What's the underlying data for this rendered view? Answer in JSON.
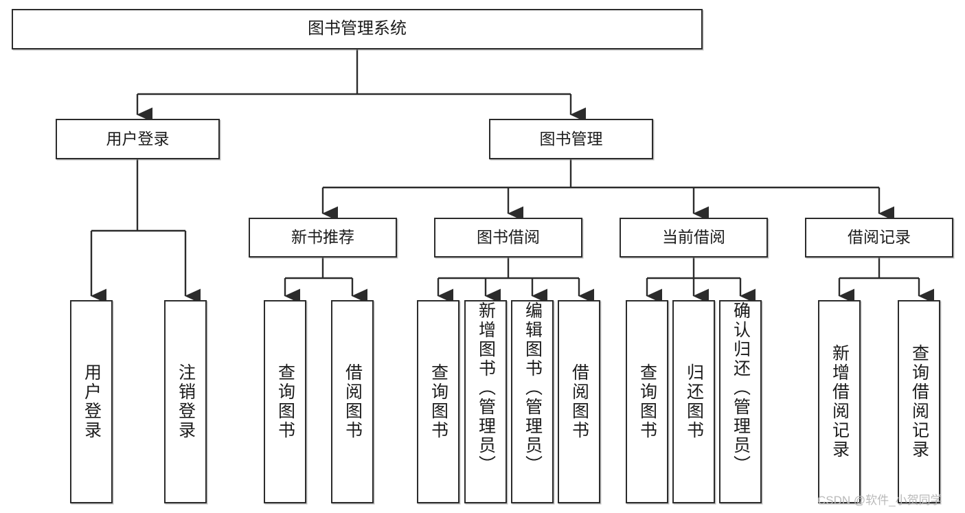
{
  "diagram": {
    "type": "tree-hierarchy",
    "title": "图书管理系统",
    "orientation": "top-down",
    "colors": {
      "box_border": "#2b2b2b",
      "box_fill": "#ffffff",
      "connector": "#2b2b2b",
      "text": "#1b1b1b",
      "watermark": "#b9b9b9",
      "background": "#ffffff"
    },
    "levels": {
      "root": [
        "图书管理系统"
      ],
      "level2": [
        "用户登录",
        "图书管理"
      ],
      "level3": [
        "新书推荐",
        "图书借阅",
        "当前借阅",
        "借阅记录"
      ],
      "leaves": [
        "用户登录",
        "注销登录",
        "查询图书",
        "借阅图书",
        "查询图书",
        "新增图书（管理员）",
        "编辑图书（管理员）",
        "借阅图书",
        "查询图书",
        "归还图书",
        "确认归还（管理员）",
        "新增借阅记录",
        "查询借阅记录"
      ]
    },
    "nodes": {
      "root": {
        "label": "图书管理系统"
      },
      "user_login": {
        "label": "用户登录"
      },
      "book_manage": {
        "label": "图书管理"
      },
      "new_book_rec": {
        "label": "新书推荐"
      },
      "book_borrow": {
        "label": "图书借阅"
      },
      "current_borrow": {
        "label": "当前借阅"
      },
      "borrow_record": {
        "label": "借阅记录"
      },
      "leaf_user_login": {
        "label": "用户登录"
      },
      "leaf_logout": {
        "label": "注销登录"
      },
      "leaf_query_book_a": {
        "label": "查询图书"
      },
      "leaf_borrow_book_a": {
        "label": "借阅图书"
      },
      "leaf_query_book_b": {
        "label": "查询图书"
      },
      "leaf_add_book": {
        "label": "新增图书（管理员）"
      },
      "leaf_edit_book": {
        "label": "编辑图书（管理员）"
      },
      "leaf_borrow_book_b": {
        "label": "借阅图书"
      },
      "leaf_query_book_c": {
        "label": "查询图书"
      },
      "leaf_return_book": {
        "label": "归还图书"
      },
      "leaf_confirm_return": {
        "label": "确认归还（管理员）"
      },
      "leaf_add_record": {
        "label": "新增借阅记录"
      },
      "leaf_query_record": {
        "label": "查询借阅记录"
      }
    },
    "edges": [
      {
        "from": "root",
        "to": "user_login"
      },
      {
        "from": "root",
        "to": "book_manage"
      },
      {
        "from": "user_login",
        "to": "leaf_user_login"
      },
      {
        "from": "user_login",
        "to": "leaf_logout"
      },
      {
        "from": "book_manage",
        "to": "new_book_rec"
      },
      {
        "from": "book_manage",
        "to": "book_borrow"
      },
      {
        "from": "book_manage",
        "to": "current_borrow"
      },
      {
        "from": "book_manage",
        "to": "borrow_record"
      },
      {
        "from": "new_book_rec",
        "to": "leaf_query_book_a"
      },
      {
        "from": "new_book_rec",
        "to": "leaf_borrow_book_a"
      },
      {
        "from": "book_borrow",
        "to": "leaf_query_book_b"
      },
      {
        "from": "book_borrow",
        "to": "leaf_add_book"
      },
      {
        "from": "book_borrow",
        "to": "leaf_edit_book"
      },
      {
        "from": "book_borrow",
        "to": "leaf_borrow_book_b"
      },
      {
        "from": "current_borrow",
        "to": "leaf_query_book_c"
      },
      {
        "from": "current_borrow",
        "to": "leaf_return_book"
      },
      {
        "from": "current_borrow",
        "to": "leaf_confirm_return"
      },
      {
        "from": "borrow_record",
        "to": "leaf_add_record"
      },
      {
        "from": "borrow_record",
        "to": "leaf_query_record"
      }
    ]
  },
  "watermark": {
    "text": "CSDN @软件_小贺同学"
  }
}
